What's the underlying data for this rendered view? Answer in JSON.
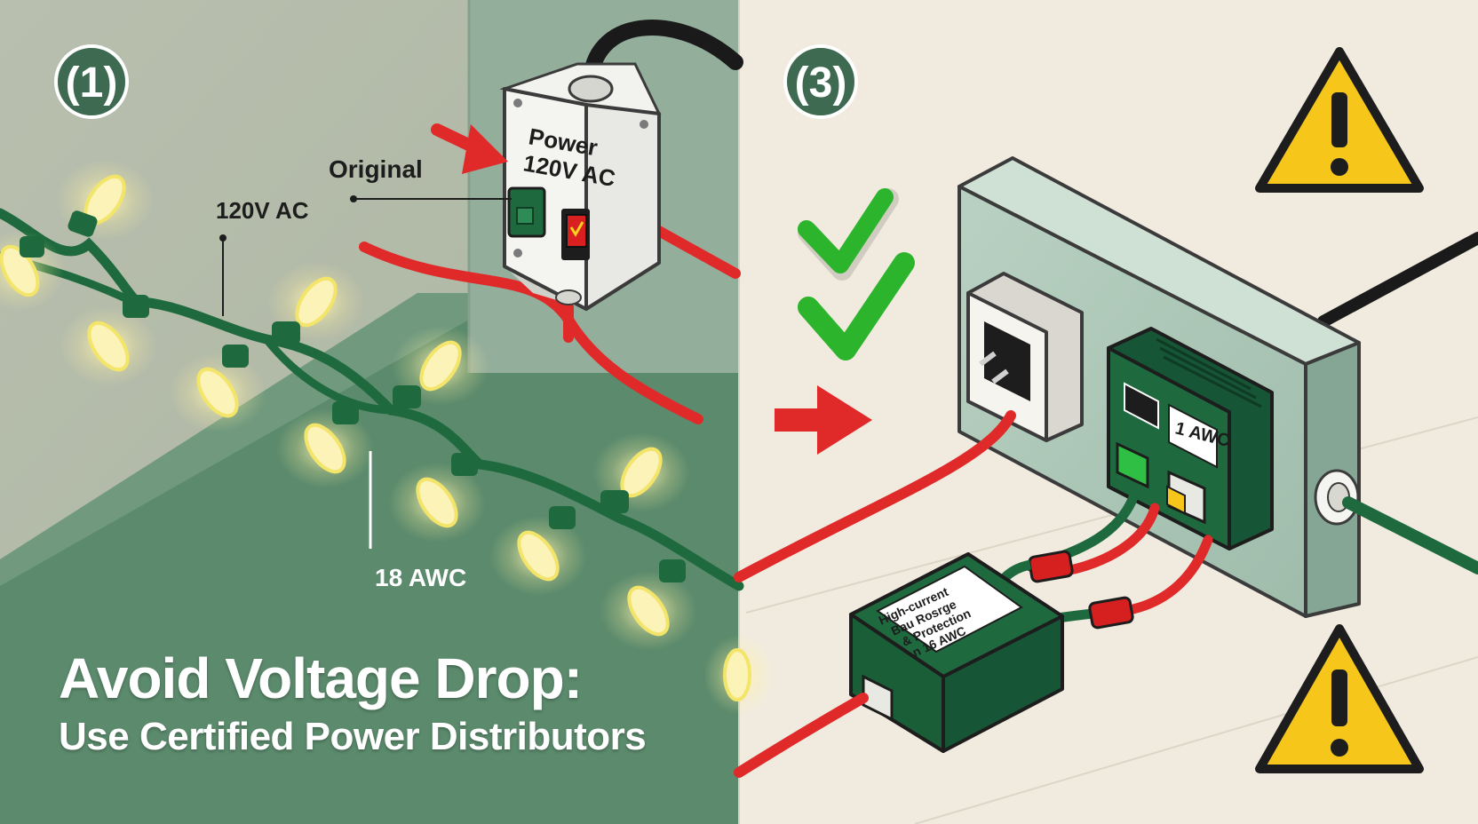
{
  "panel_left": {
    "step_number": "(1)",
    "box_label_line1": "Power",
    "box_label_line2": "120V AC",
    "callout_original": "Original",
    "callout_voltage": "120V AC",
    "callout_gauge": "18 AWC"
  },
  "panel_right": {
    "step_number": "(3)",
    "module_label": "1 AWC",
    "protector_label_line1": "High-current",
    "protector_label_line2": "Bau Rosrge",
    "protector_label_line3": "& Protection",
    "protector_label_line4": "n 16 AWC"
  },
  "title": {
    "main": "Avoid Voltage Drop:",
    "sub": "Use Certified Power Distributors"
  },
  "colors": {
    "wire_green": "#1e6a3e",
    "wire_red": "#e02a2a",
    "bulb_yellow": "#f3e46a",
    "warning_yellow": "#f6c71a",
    "check_green": "#2cb52c",
    "panel_left_bg": "#5e8a70"
  },
  "icons": [
    "warning-icon",
    "checkmark-icon",
    "arrow-right-icon",
    "light-bulb-icon",
    "plug-icon"
  ]
}
